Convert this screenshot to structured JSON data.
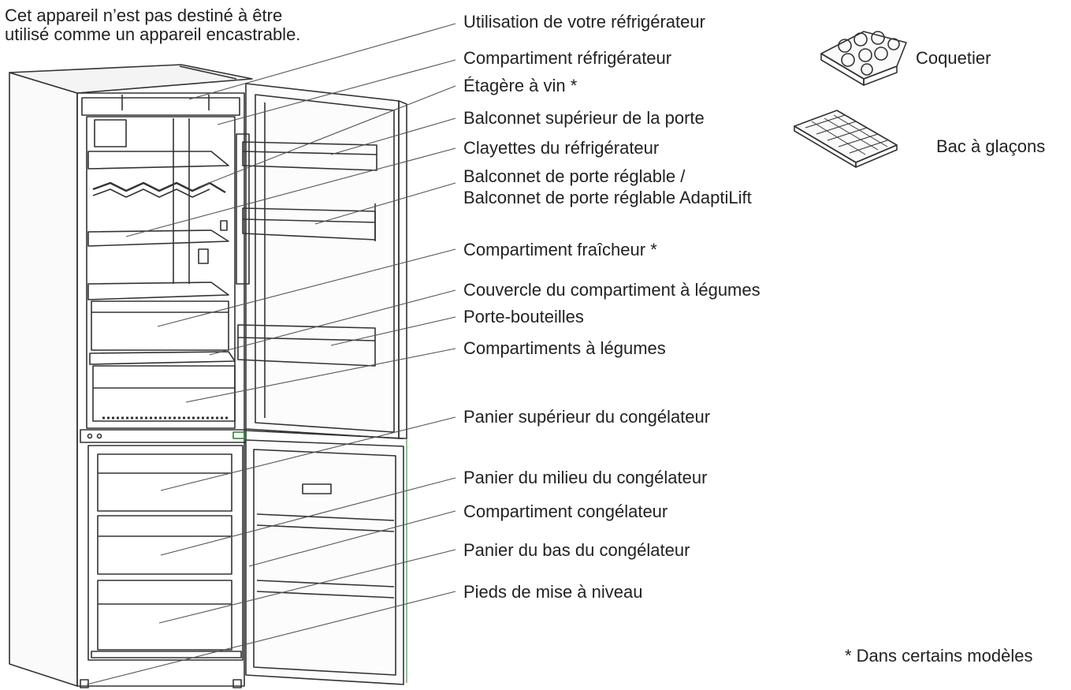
{
  "note": {
    "line1": "Cet appareil n’est pas destiné à être",
    "line2": "utilisé comme un appareil encastrable."
  },
  "labels": [
    {
      "id": "label-usage",
      "text": "Utilisation de votre réfrigérateur"
    },
    {
      "id": "label-fridge-compartment",
      "text": "Compartiment réfrigérateur"
    },
    {
      "id": "label-wine-shelf",
      "text": "Étagère à vin *"
    },
    {
      "id": "label-upper-door-bin",
      "text": "Balconnet supérieur de la porte"
    },
    {
      "id": "label-fridge-shelves",
      "text": "Clayettes du réfrigérateur"
    },
    {
      "id": "label-adjustable-bin-1",
      "text": "Balconnet de porte réglable /"
    },
    {
      "id": "label-adjustable-bin-2",
      "text": "Balconnet de porte réglable AdaptiLift"
    },
    {
      "id": "label-fresh-compartment",
      "text": "Compartiment fraîcheur *"
    },
    {
      "id": "label-crisper-cover",
      "text": "Couvercle du compartiment à légumes"
    },
    {
      "id": "label-bottle-holder",
      "text": "Porte-bouteilles"
    },
    {
      "id": "label-crisper-drawers",
      "text": "Compartiments à légumes"
    },
    {
      "id": "label-freezer-upper-basket",
      "text": "Panier supérieur du congélateur"
    },
    {
      "id": "label-freezer-middle-basket",
      "text": "Panier du milieu du congélateur"
    },
    {
      "id": "label-freezer-compartment",
      "text": "Compartiment congélateur"
    },
    {
      "id": "label-freezer-lower-basket",
      "text": "Panier du bas du congélateur"
    },
    {
      "id": "label-leveling-feet",
      "text": "Pieds de mise à niveau"
    }
  ],
  "accessories": [
    {
      "id": "egg-tray",
      "text": "Coquetier"
    },
    {
      "id": "ice-tray",
      "text": "Bac à glaçons"
    }
  ],
  "footnote": "* Dans certains modèles",
  "colors": {
    "line": "#333333",
    "text": "#222222",
    "accent": "#2e7d32"
  }
}
